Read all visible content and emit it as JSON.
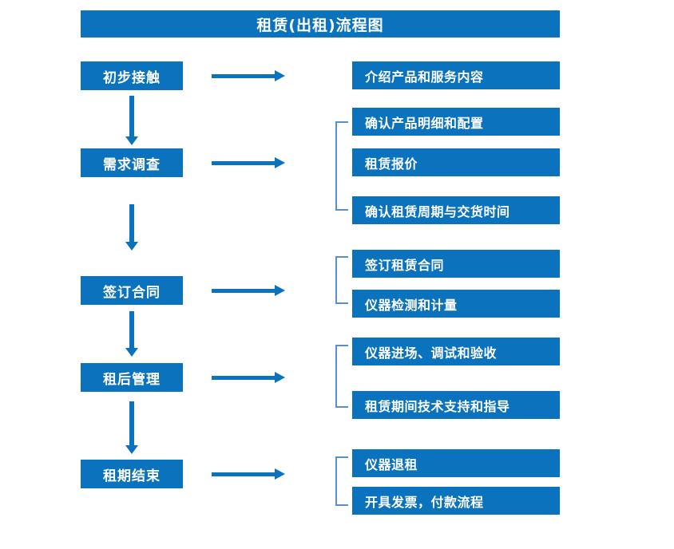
{
  "diagram": {
    "title": "租赁(出租)流程图",
    "accent_color": "#0B72BE",
    "bracket_color": "#5B8FC7",
    "background_color": "#FFFFFF",
    "text_color": "#FFFFFF",
    "stages": [
      {
        "label": "初步接触"
      },
      {
        "label": "需求调查"
      },
      {
        "label": "签订合同"
      },
      {
        "label": "租后管理"
      },
      {
        "label": "租期结束"
      }
    ],
    "details": [
      {
        "label": "介绍产品和服务内容"
      },
      {
        "label": "确认产品明细和配置"
      },
      {
        "label": "租赁报价"
      },
      {
        "label": "确认租赁周期与交货时间"
      },
      {
        "label": "签订租赁合同"
      },
      {
        "label": "仪器检测和计量"
      },
      {
        "label": "仪器进场、调试和验收"
      },
      {
        "label": "租赁期间技术支持和指导"
      },
      {
        "label": "仪器退租"
      },
      {
        "label": "开具发票，付款流程"
      }
    ],
    "connectors": {
      "horizontal_arrow_count": 5,
      "vertical_arrow_count": 4,
      "bracket_count": 4
    }
  }
}
